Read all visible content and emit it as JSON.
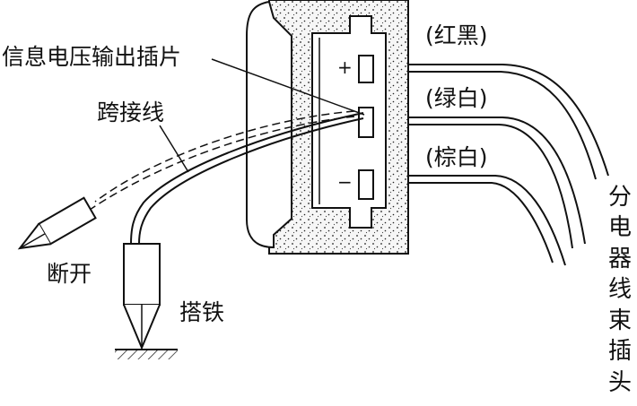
{
  "labels": {
    "signal_blade": "信息电压输出插片",
    "jumper_wire": "跨接线",
    "wire_top": "(红黑)",
    "wire_mid": "(绿白)",
    "wire_bottom": "(棕白)",
    "plus_sign": "+",
    "minus_sign": "−",
    "open": "断开",
    "ground": "搭铁",
    "harness_plug": [
      "分",
      "电",
      "器",
      "线",
      "束",
      "插",
      "头"
    ]
  },
  "colors": {
    "ink": "#111111",
    "background": "#ffffff",
    "speckle_fill": "#f4f4f4"
  }
}
